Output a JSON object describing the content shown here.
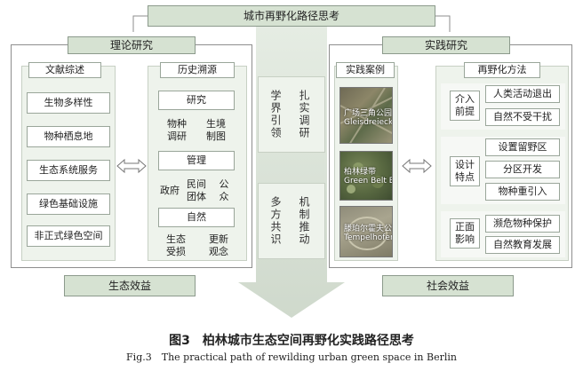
{
  "title": "城市再野化路径思考",
  "theory": {
    "header": "理论研究",
    "literature": {
      "header": "文献综述",
      "items": [
        "生物多样性",
        "物种栖息地",
        "生态系统服务",
        "绿色基础设施",
        "非正式绿色空间"
      ]
    },
    "history": {
      "header": "历史溯源",
      "research": "研究",
      "research_sub": [
        "物种\n调研",
        "生境\n制图"
      ],
      "management": "管理",
      "management_sub": [
        "政府",
        "民间\n团体",
        "公\n众"
      ],
      "nature": "自然",
      "nature_sub": [
        "生态\n受损",
        "更新\n观念"
      ]
    },
    "footer": "生态效益"
  },
  "center": {
    "col1_top": "学界引领",
    "col2_top": "扎实调研",
    "col1_bottom": "多方共识",
    "col2_bottom": "机制推动"
  },
  "practice": {
    "header": "实践研究",
    "cases": {
      "header": "实践案例",
      "photo_labels": [
        "广场三角公园\nGleisdreieck Park",
        "柏林绿带\nGreen Belt Berlin",
        "滕珀尔霍夫公园\nTempelhofer Feld"
      ]
    },
    "methods": {
      "header": "再野化方法",
      "premise": "介入\n前提",
      "premise_items": [
        "人类活动退出",
        "自然不受干扰"
      ],
      "design": "设计\n特点",
      "design_items": [
        "设置留野区",
        "分区开发",
        "物种重引入"
      ],
      "impact": "正面\n影响",
      "impact_items": [
        "濒危物种保护",
        "自然教育发展"
      ]
    },
    "footer": "社会效益"
  },
  "caption": {
    "zh": "图3　柏林城市生态空间再野化实践路径思考",
    "en": "Fig.3　The practical path of rewilding urban green space in Berlin"
  }
}
